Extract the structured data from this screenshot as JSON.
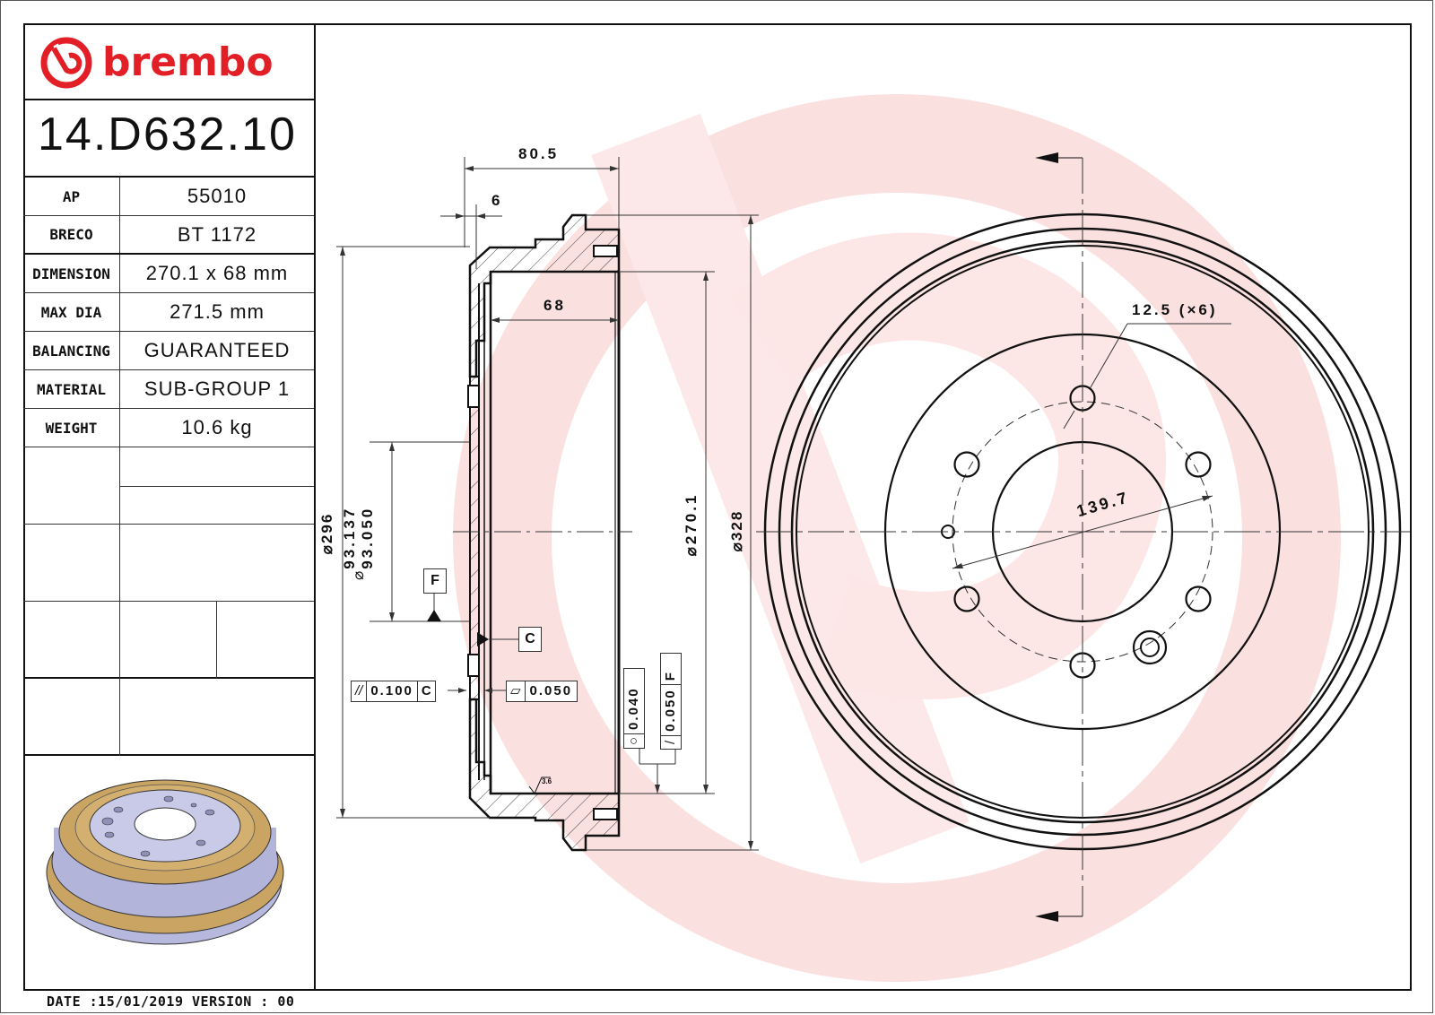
{
  "brand": {
    "name": "brembo",
    "color": "#e21f26",
    "logo_icon": "brembo-logo-icon"
  },
  "part_number": "14.D632.10",
  "specs": [
    {
      "label": "AP",
      "value": "55010"
    },
    {
      "label": "BRECO",
      "value": "BT 1172"
    },
    {
      "label": "DIMENSION",
      "value": "270.1 x 68 mm"
    },
    {
      "label": "MAX DIA",
      "value": "271.5 mm"
    },
    {
      "label": "BALANCING",
      "value": "GUARANTEED"
    },
    {
      "label": "MATERIAL",
      "value": "SUB-GROUP 1"
    },
    {
      "label": "WEIGHT",
      "value": "10.6 kg"
    }
  ],
  "footer": {
    "date_version": "DATE :15/01/2019 VERSION : 00"
  },
  "section_view": {
    "dim_overall_depth": "80.5",
    "dim_flange_thickness": "6",
    "dim_braking_width": "68",
    "dim_outer_dia": "⌀296",
    "dim_center_bore_max": "93.137",
    "dim_center_bore_min": "93.050",
    "dim_center_bore_symbol": "⌀",
    "dim_braking_dia": "⌀270.1",
    "dim_drum_outer_dia": "⌀328",
    "datum_f": "F",
    "datum_c": "C",
    "tol_parallelism": {
      "symbol": "//",
      "value": "0.100",
      "datum": "C"
    },
    "tol_flatness": {
      "symbol": "▱",
      "value": "0.050"
    },
    "tol_circularity": {
      "symbol": "○",
      "value": "0.040"
    },
    "tol_runout": {
      "symbol": "/",
      "value": "0.050",
      "datum": "F"
    },
    "surface_roughness": "3.6"
  },
  "front_view": {
    "bolt_hole_dia": "12.5 (×6)",
    "bolt_circle_dia": "139.7"
  },
  "thumbnail": {
    "description": "3D render of brake drum",
    "colors": {
      "gold": "#c9a462",
      "steel": "#b4b6dc"
    }
  },
  "watermark_color": "#fbe3e3"
}
